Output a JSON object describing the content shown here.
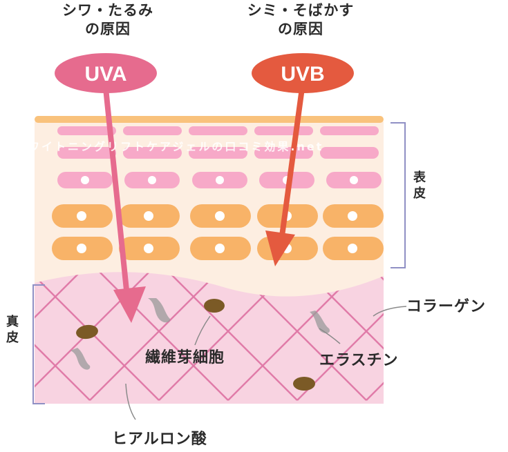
{
  "uva": {
    "label": "UVA",
    "caption_line1": "シワ・たるみ",
    "caption_line2": "の原因"
  },
  "uvb": {
    "label": "UVB",
    "caption_line1": "シミ・そばかす",
    "caption_line2": "の原因"
  },
  "layers": {
    "epidermis": "表皮",
    "dermis": "真皮"
  },
  "labels": {
    "collagen": "コラーゲン",
    "elastin": "エラスチン",
    "fibroblast": "繊維芽細胞",
    "hyaluronic_acid": "ヒアルロン酸"
  },
  "watermark": "ホワイトニングリフトケアジェルの口コミ効果.net",
  "colors": {
    "uva": "#e66b8e",
    "uvb": "#e45a3f",
    "stratum_top": "#f9c27c",
    "pink_cell": "#f7a9c8",
    "orange_cell": "#f8b368",
    "epidermis_bg": "#fdeee1",
    "dermis_bg": "#f8d3e1",
    "dermis_lines": "#e07ba8",
    "fibroblast": "#7b5a26",
    "bracket": "#8f8fc4"
  }
}
